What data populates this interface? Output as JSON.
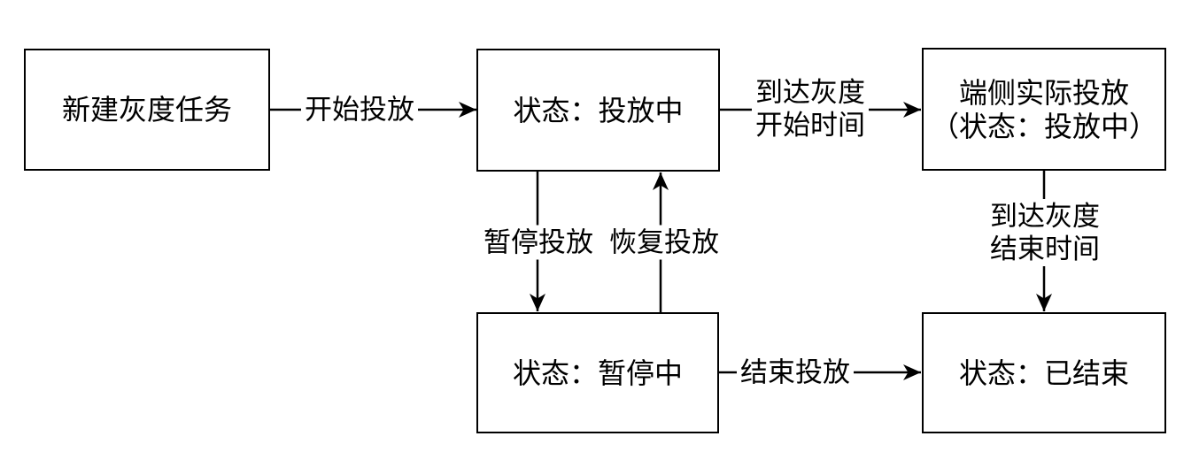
{
  "diagram": {
    "background": "#ffffff",
    "stroke_color": "#000000",
    "text_color": "#000000",
    "nodes": {
      "new_task": {
        "label": "新建灰度任务"
      },
      "delivering": {
        "label": "状态：投放中"
      },
      "client_actual": {
        "label": "端侧实际投放\n（状态：投放中）"
      },
      "paused": {
        "label": "状态：暂停中"
      },
      "ended": {
        "label": "状态：已结束"
      }
    },
    "edges": {
      "start_delivery": {
        "label": "开始投放",
        "from": "new_task",
        "to": "delivering"
      },
      "reach_gray_start_time": {
        "label": "到达灰度\n开始时间",
        "from": "delivering",
        "to": "client_actual"
      },
      "pause_delivery": {
        "label": "暂停投放",
        "from": "delivering",
        "to": "paused"
      },
      "resume_delivery": {
        "label": "恢复投放",
        "from": "paused",
        "to": "delivering"
      },
      "reach_gray_end_time": {
        "label": "到达灰度\n结束时间",
        "from": "client_actual",
        "to": "ended"
      },
      "end_delivery": {
        "label": "结束投放",
        "from": "paused",
        "to": "ended"
      }
    }
  }
}
